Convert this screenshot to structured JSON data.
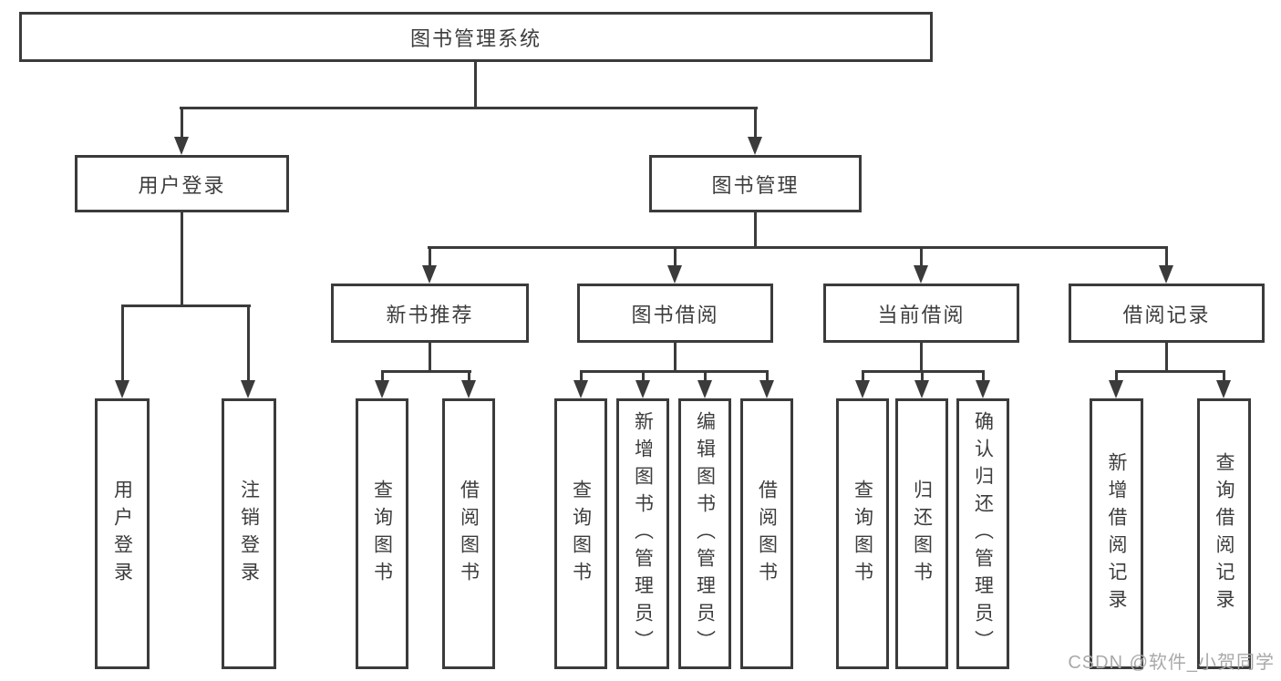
{
  "diagram_title": "图书管理系统",
  "nodes": {
    "root": "图书管理系统",
    "user_login": "用户登录",
    "book_mgmt": "图书管理",
    "new_book_rec": "新书推荐",
    "book_borrow": "图书借阅",
    "current_borrow": "当前借阅",
    "borrow_records": "借阅记录",
    "leaf_user_login": "用户登录",
    "leaf_logout": "注销登录",
    "leaf_nb_query": "查询图书",
    "leaf_nb_borrow": "借阅图书",
    "leaf_bb_query": "查询图书",
    "leaf_bb_add": "新增图书（管理员）",
    "leaf_bb_edit": "编辑图书（管理员）",
    "leaf_bb_borrow": "借阅图书",
    "leaf_cb_query": "查询图书",
    "leaf_cb_return": "归还图书",
    "leaf_cb_confirm": "确认归还（管理员）",
    "leaf_br_add": "新增借阅记录",
    "leaf_br_query": "查询借阅记录"
  },
  "watermark": "CSDN @软件_小贺同学",
  "colors": {
    "line": "#3b3b3b",
    "text": "#3d3d3d",
    "watermark": "#a9a9a9",
    "background": "#ffffff"
  }
}
